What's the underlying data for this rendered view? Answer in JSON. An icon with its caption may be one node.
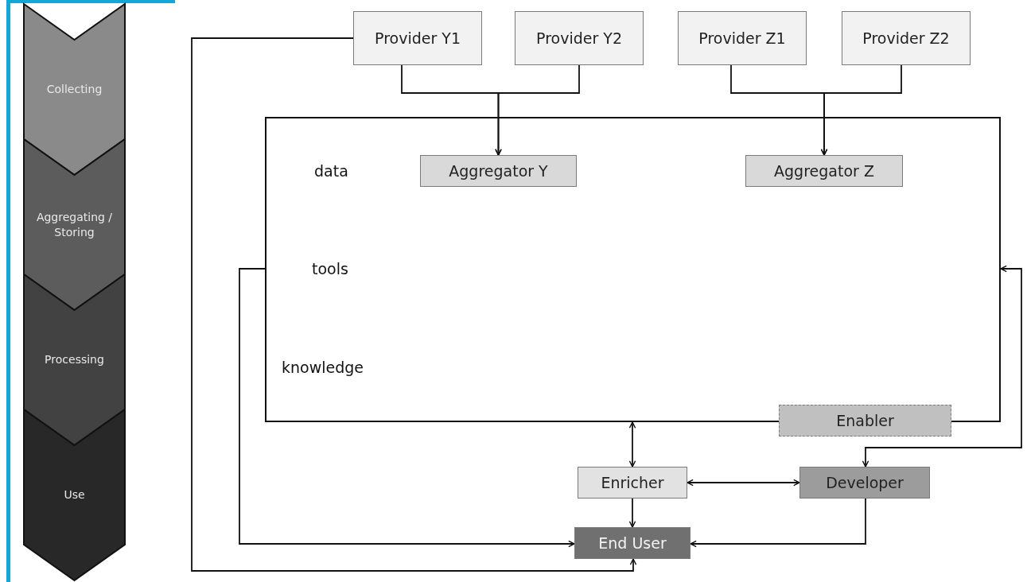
{
  "diagram": {
    "nodes": [
      {
        "text": [
          "Collecting"
        ]
      },
      {
        "text": [
          "Aggregating / Storing"
        ]
      },
      {
        "text": [
          "Processing"
        ]
      },
      {
        "text": [
          "Use"
        ]
      },
      {
        "text": [
          "Provider Y1"
        ]
      },
      {
        "text": [
          "Provider Y2"
        ]
      },
      {
        "text": [
          "Provider Z1"
        ]
      },
      {
        "text": [
          "Provider Z2"
        ]
      },
      {
        "text": [
          "data",
          "tools",
          "knowledge"
        ]
      },
      {
        "text": [
          "Aggregator Y"
        ],
        "in": 8
      },
      {
        "text": [
          "Aggregator Z"
        ],
        "in": 8
      },
      {
        "text": [
          "Enabler"
        ]
      },
      {
        "text": [
          "Enricher"
        ]
      },
      {
        "text": [
          "Developer"
        ]
      },
      {
        "text": [
          "End User"
        ]
      }
    ],
    "edges": [
      {
        "from": 4,
        "to": 9,
        "arrow": "to"
      },
      {
        "from": 5,
        "to": 9,
        "arrow": "to"
      },
      {
        "from": 6,
        "to": 10,
        "arrow": "to"
      },
      {
        "from": 7,
        "to": 10,
        "arrow": "to"
      },
      {
        "from": 4,
        "to": 14,
        "arrow": "to"
      },
      {
        "from": 8,
        "to": 14,
        "arrow": "to"
      },
      {
        "from": 8,
        "to": 12,
        "arrow": "both"
      },
      {
        "from": 12,
        "to": 13,
        "arrow": "both"
      },
      {
        "from": 12,
        "to": 14,
        "arrow": "to"
      },
      {
        "from": 13,
        "to": 14,
        "arrow": "to"
      },
      {
        "from": 8,
        "to": 13,
        "arrow": "both"
      }
    ]
  }
}
